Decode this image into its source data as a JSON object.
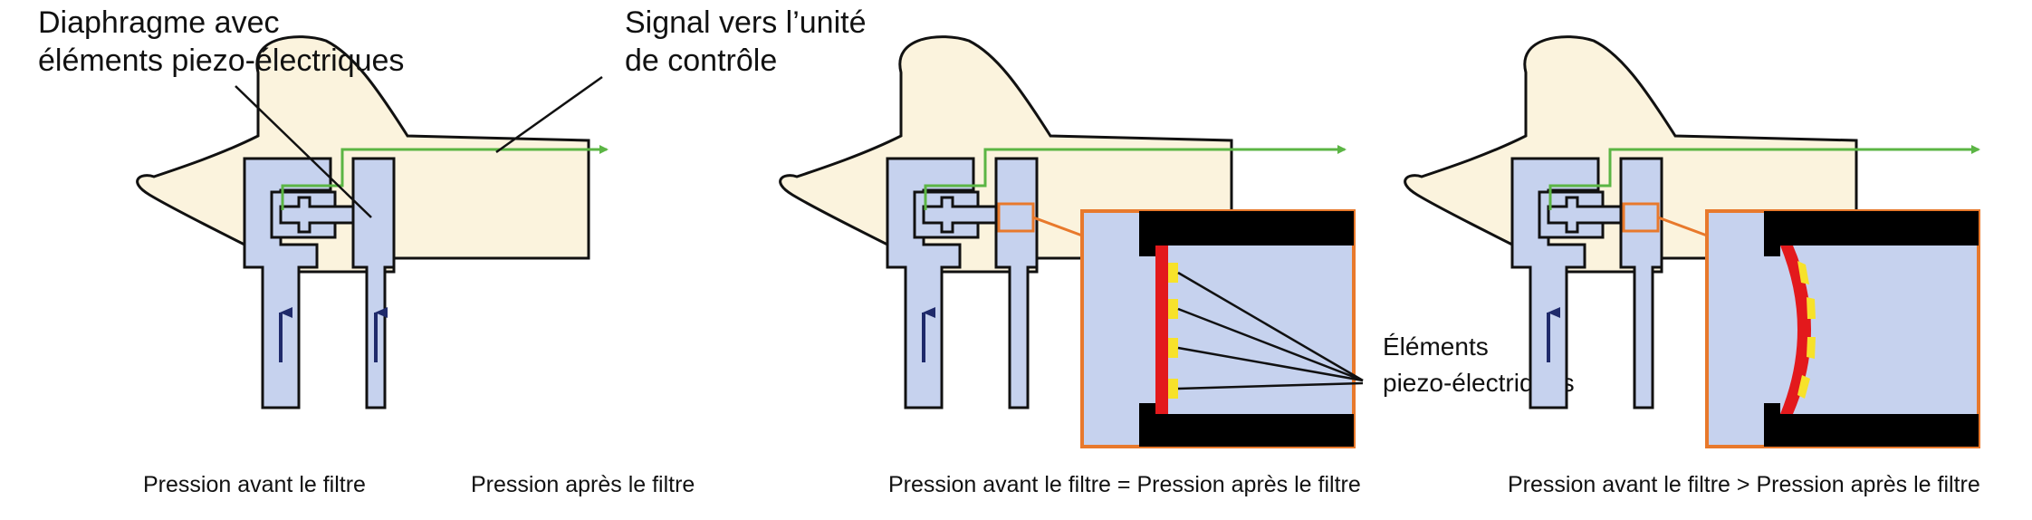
{
  "labels": {
    "diaphragm": [
      "Diaphragme avec",
      "éléments piezo-électriques"
    ],
    "signal": [
      "Signal vers l’unité",
      "de contrôle"
    ],
    "piezo": [
      "Éléments",
      "piezo-électriques"
    ]
  },
  "captions": {
    "before": "Pression avant le filtre",
    "after": "Pression après le filtre",
    "equal": "Pression avant le filtre = Pression après le filtre",
    "greater": "Pression avant le filtre > Pression après le filtre"
  },
  "colors": {
    "housing": "#fbf3dd",
    "channel": "#c6d2ee",
    "outline": "#111111",
    "signal": "#5bb544",
    "zoom_frame": "#e8792c",
    "membrane": "#e3191c",
    "piezo": "#f7e22a",
    "arrow": "#1f2a6b"
  }
}
